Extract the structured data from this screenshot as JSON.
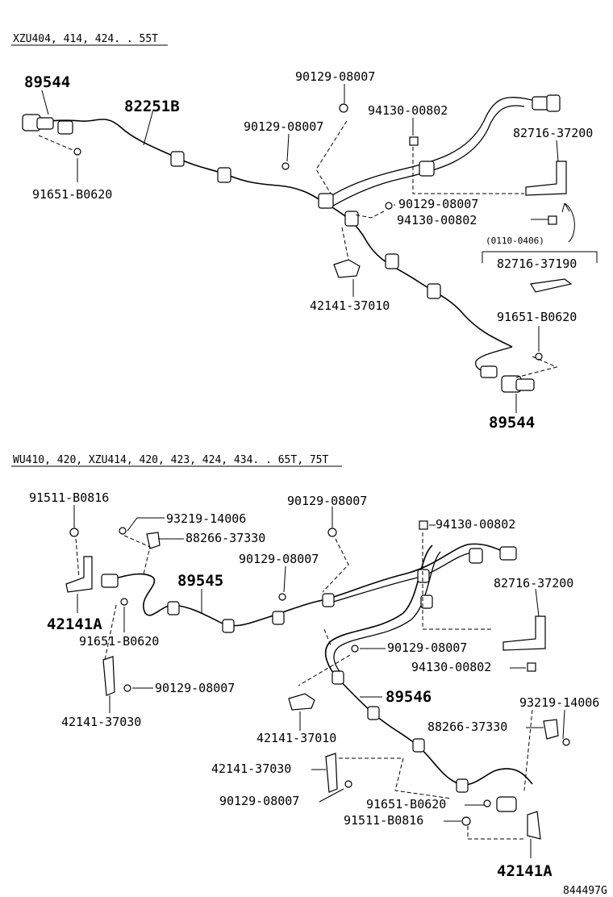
{
  "diagram": {
    "top_section": {
      "header": "XZU404, 414, 424. . 55T",
      "labels": {
        "sensor_left": "89544",
        "harness": "82251B",
        "bolt_top": "90129-08007",
        "bolt_mid": "90129-08007",
        "nut_top": "94130-00802",
        "bracket_right": "82716-37200",
        "bolt_right": "90129-08007",
        "nut_right": "94130-00802",
        "date_note": "(0110-0406)",
        "bracket_alt": "82716-37190",
        "bolt_left": "91651-B0620",
        "clamp": "42141-37010",
        "bolt_lower_right": "91651-B0620",
        "sensor_right": "89544"
      }
    },
    "bottom_section": {
      "header": "WU410, 420, XZU414, 420, 423, 424, 434. . 65T, 75T",
      "labels": {
        "bolt_a1": "91511-B0816",
        "bolt_b1": "93219-14006",
        "clip_1": "88266-37330",
        "bolt_c1": "90129-08007",
        "nut_1": "94130-00802",
        "bolt_d1": "90129-08007",
        "harness_l": "89545",
        "bracket_1": "82716-37200",
        "bracket_a1": "42141A",
        "bolt_e1": "91651-B0620",
        "bolt_f1": "90129-08007",
        "nut_2": "94130-00802",
        "clamp_b1": "42141-37030",
        "harness_r": "89546",
        "bolt_b2": "93219-14006",
        "clamp_2": "42141-37010",
        "clip_2": "88266-37330",
        "clamp_b2": "42141-37030",
        "bolt_f2": "90129-08007",
        "bolt_e2": "91651-B0620",
        "bolt_a2": "91511-B0816",
        "bracket_a2": "42141A"
      }
    },
    "figure_ref": "844497G"
  }
}
